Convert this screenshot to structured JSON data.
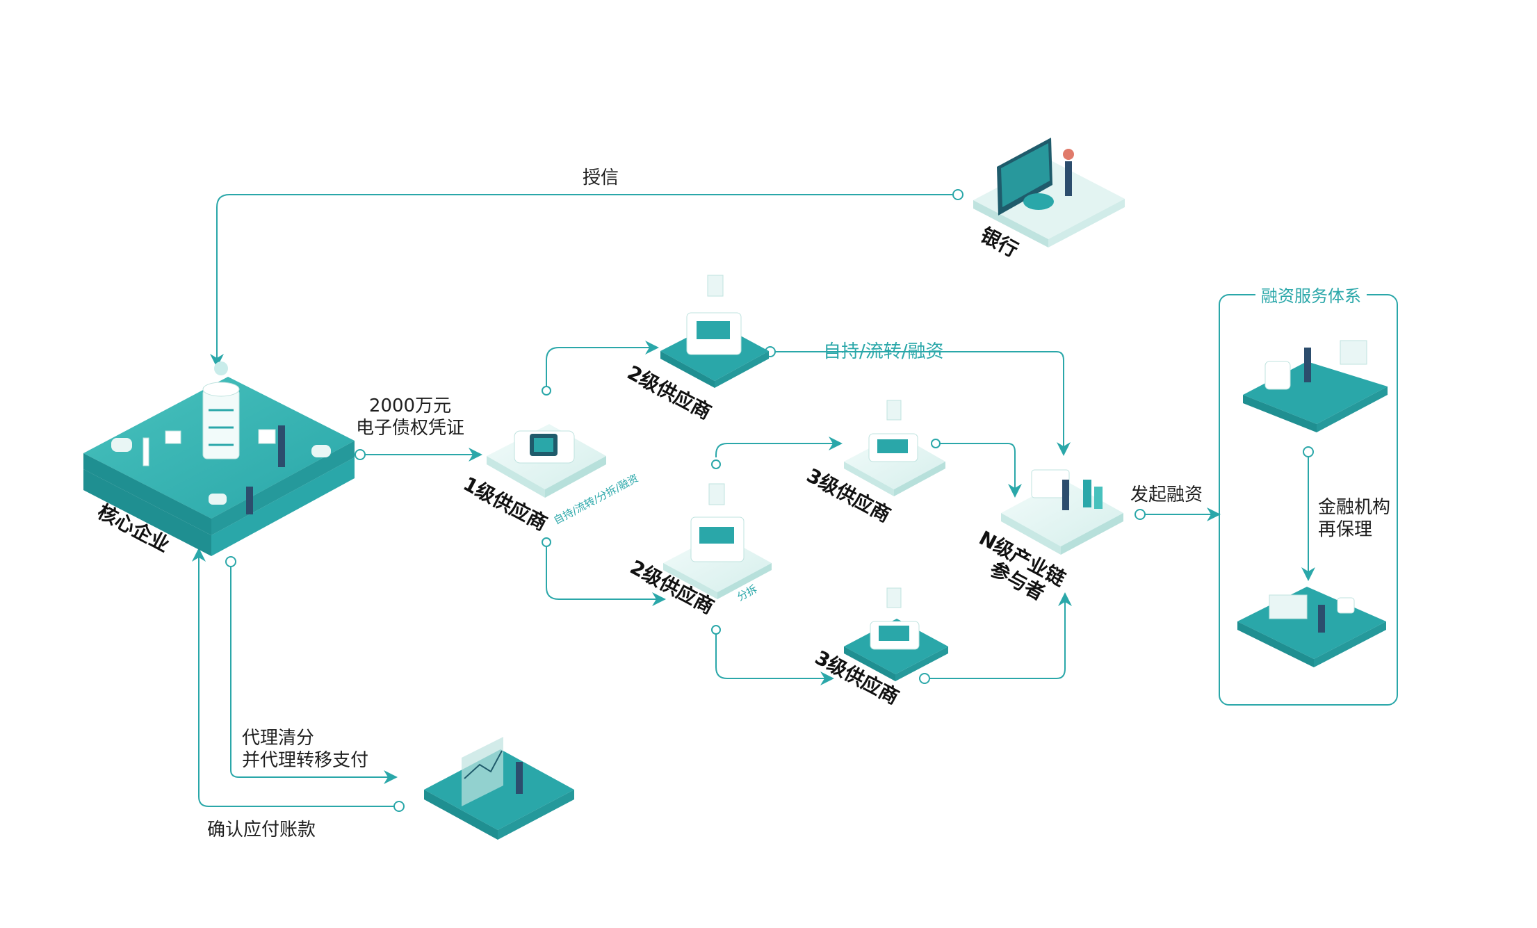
{
  "nodes": {
    "core": "核心企业",
    "bank": "银行",
    "s1": "1级供应商",
    "s1_note": "自持/流转/分拆/融资",
    "s2a": "2级供应商",
    "s2b": "2级供应商",
    "s2b_note": "分拆",
    "s3a": "3级供应商",
    "s3b": "3级供应商",
    "nchain_line1": "N级产业链",
    "nchain_line2": "参与者"
  },
  "edges": {
    "credit": "授信",
    "voucher_line1": "2000万元",
    "voucher_line2": "电子债权凭证",
    "self_hold": "自持/流转/融资",
    "initiate": "发起融资",
    "agent_line1": "代理清分",
    "agent_line2": "并代理转移支付",
    "confirm": "确认应付账款",
    "refactor_line1": "金融机构",
    "refactor_line2": "再保理"
  },
  "service_box": {
    "title": "融资服务体系"
  },
  "colors": {
    "teal": "#2aa7a9",
    "teal_dark": "#1f8f91",
    "platform": "#d9f1ef"
  }
}
